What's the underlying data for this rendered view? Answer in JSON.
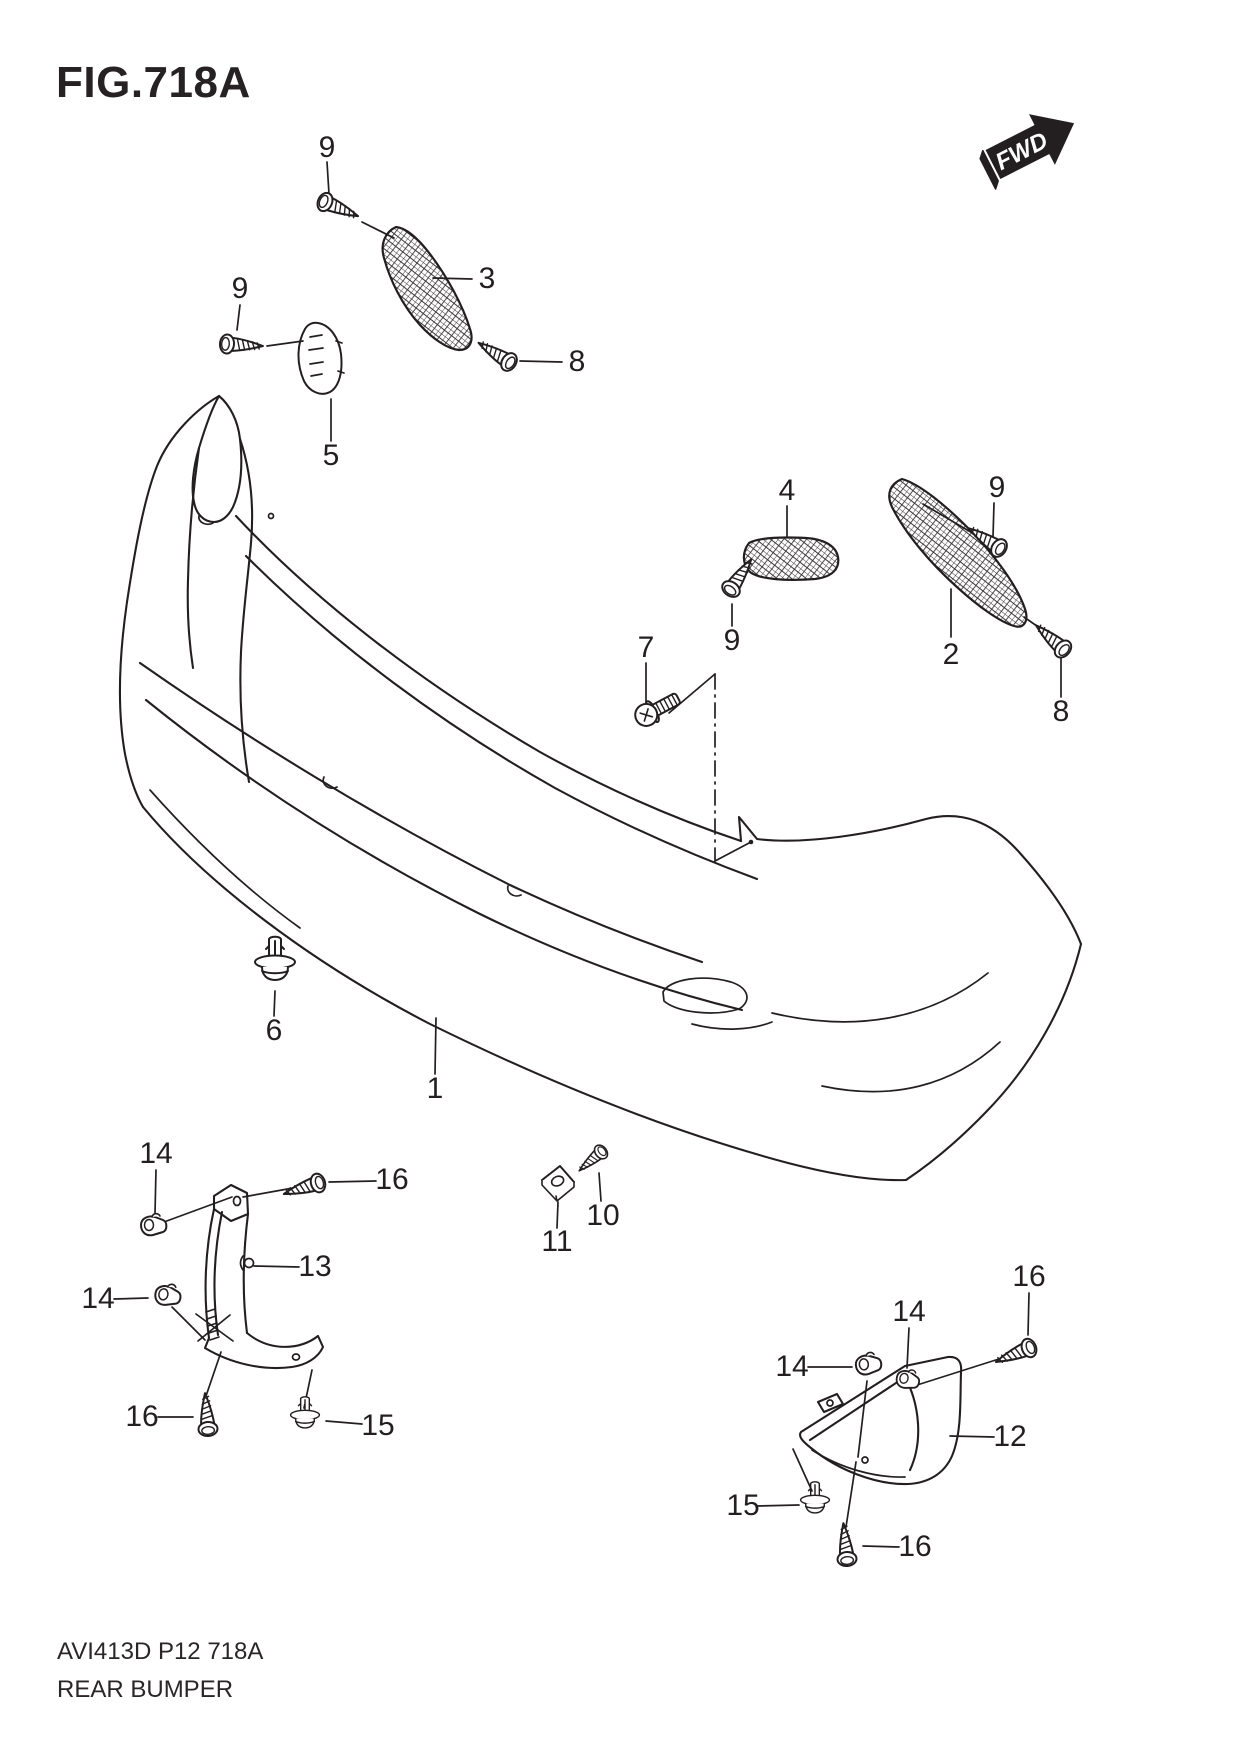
{
  "figure": {
    "title": "FIG.718A",
    "direction_label": "FWD",
    "footer_code": "AVI413D P12 718A",
    "footer_name": "REAR BUMPER"
  },
  "callouts": [
    {
      "part": "9"
    },
    {
      "part": "3"
    },
    {
      "part": "8"
    },
    {
      "part": "9"
    },
    {
      "part": "5"
    },
    {
      "part": "4"
    },
    {
      "part": "9"
    },
    {
      "part": "7"
    },
    {
      "part": "9"
    },
    {
      "part": "2"
    },
    {
      "part": "8"
    },
    {
      "part": "6"
    },
    {
      "part": "1"
    },
    {
      "part": "10"
    },
    {
      "part": "11"
    },
    {
      "part": "14"
    },
    {
      "part": "16"
    },
    {
      "part": "13"
    },
    {
      "part": "14"
    },
    {
      "part": "16"
    },
    {
      "part": "15"
    },
    {
      "part": "14"
    },
    {
      "part": "14"
    },
    {
      "part": "16"
    },
    {
      "part": "12"
    },
    {
      "part": "15"
    },
    {
      "part": "16"
    }
  ]
}
